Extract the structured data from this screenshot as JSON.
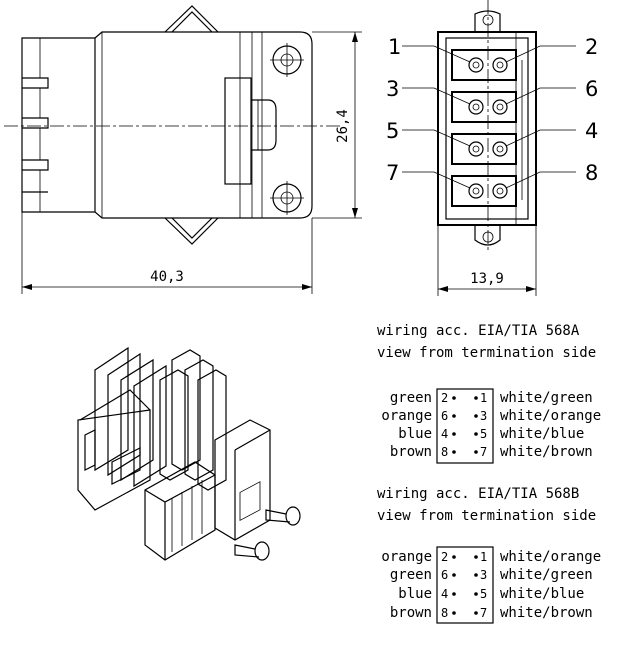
{
  "dimensions": {
    "width": "40,3",
    "height": "26,4",
    "depth": "13,9"
  },
  "pin_callouts": [
    "1",
    "2",
    "3",
    "6",
    "5",
    "4",
    "7",
    "8"
  ],
  "wiring_a": {
    "title_line1": "wiring acc. EIA/TIA 568A",
    "title_line2": "view from termination side",
    "rows": [
      {
        "left_color": "green",
        "left_pin": "2",
        "right_pin": "1",
        "right_color": "white/green"
      },
      {
        "left_color": "orange",
        "left_pin": "6",
        "right_pin": "3",
        "right_color": "white/orange"
      },
      {
        "left_color": "blue",
        "left_pin": "4",
        "right_pin": "5",
        "right_color": "white/blue"
      },
      {
        "left_color": "brown",
        "left_pin": "8",
        "right_pin": "7",
        "right_color": "white/brown"
      }
    ]
  },
  "wiring_b": {
    "title_line1": "wiring acc. EIA/TIA 568B",
    "title_line2": "view from termination side",
    "rows": [
      {
        "left_color": "orange",
        "left_pin": "2",
        "right_pin": "1",
        "right_color": "white/orange"
      },
      {
        "left_color": "green",
        "left_pin": "6",
        "right_pin": "3",
        "right_color": "white/green"
      },
      {
        "left_color": "blue",
        "left_pin": "4",
        "right_pin": "5",
        "right_color": "white/blue"
      },
      {
        "left_color": "brown",
        "left_pin": "8",
        "right_pin": "7",
        "right_color": "white/brown"
      }
    ]
  }
}
